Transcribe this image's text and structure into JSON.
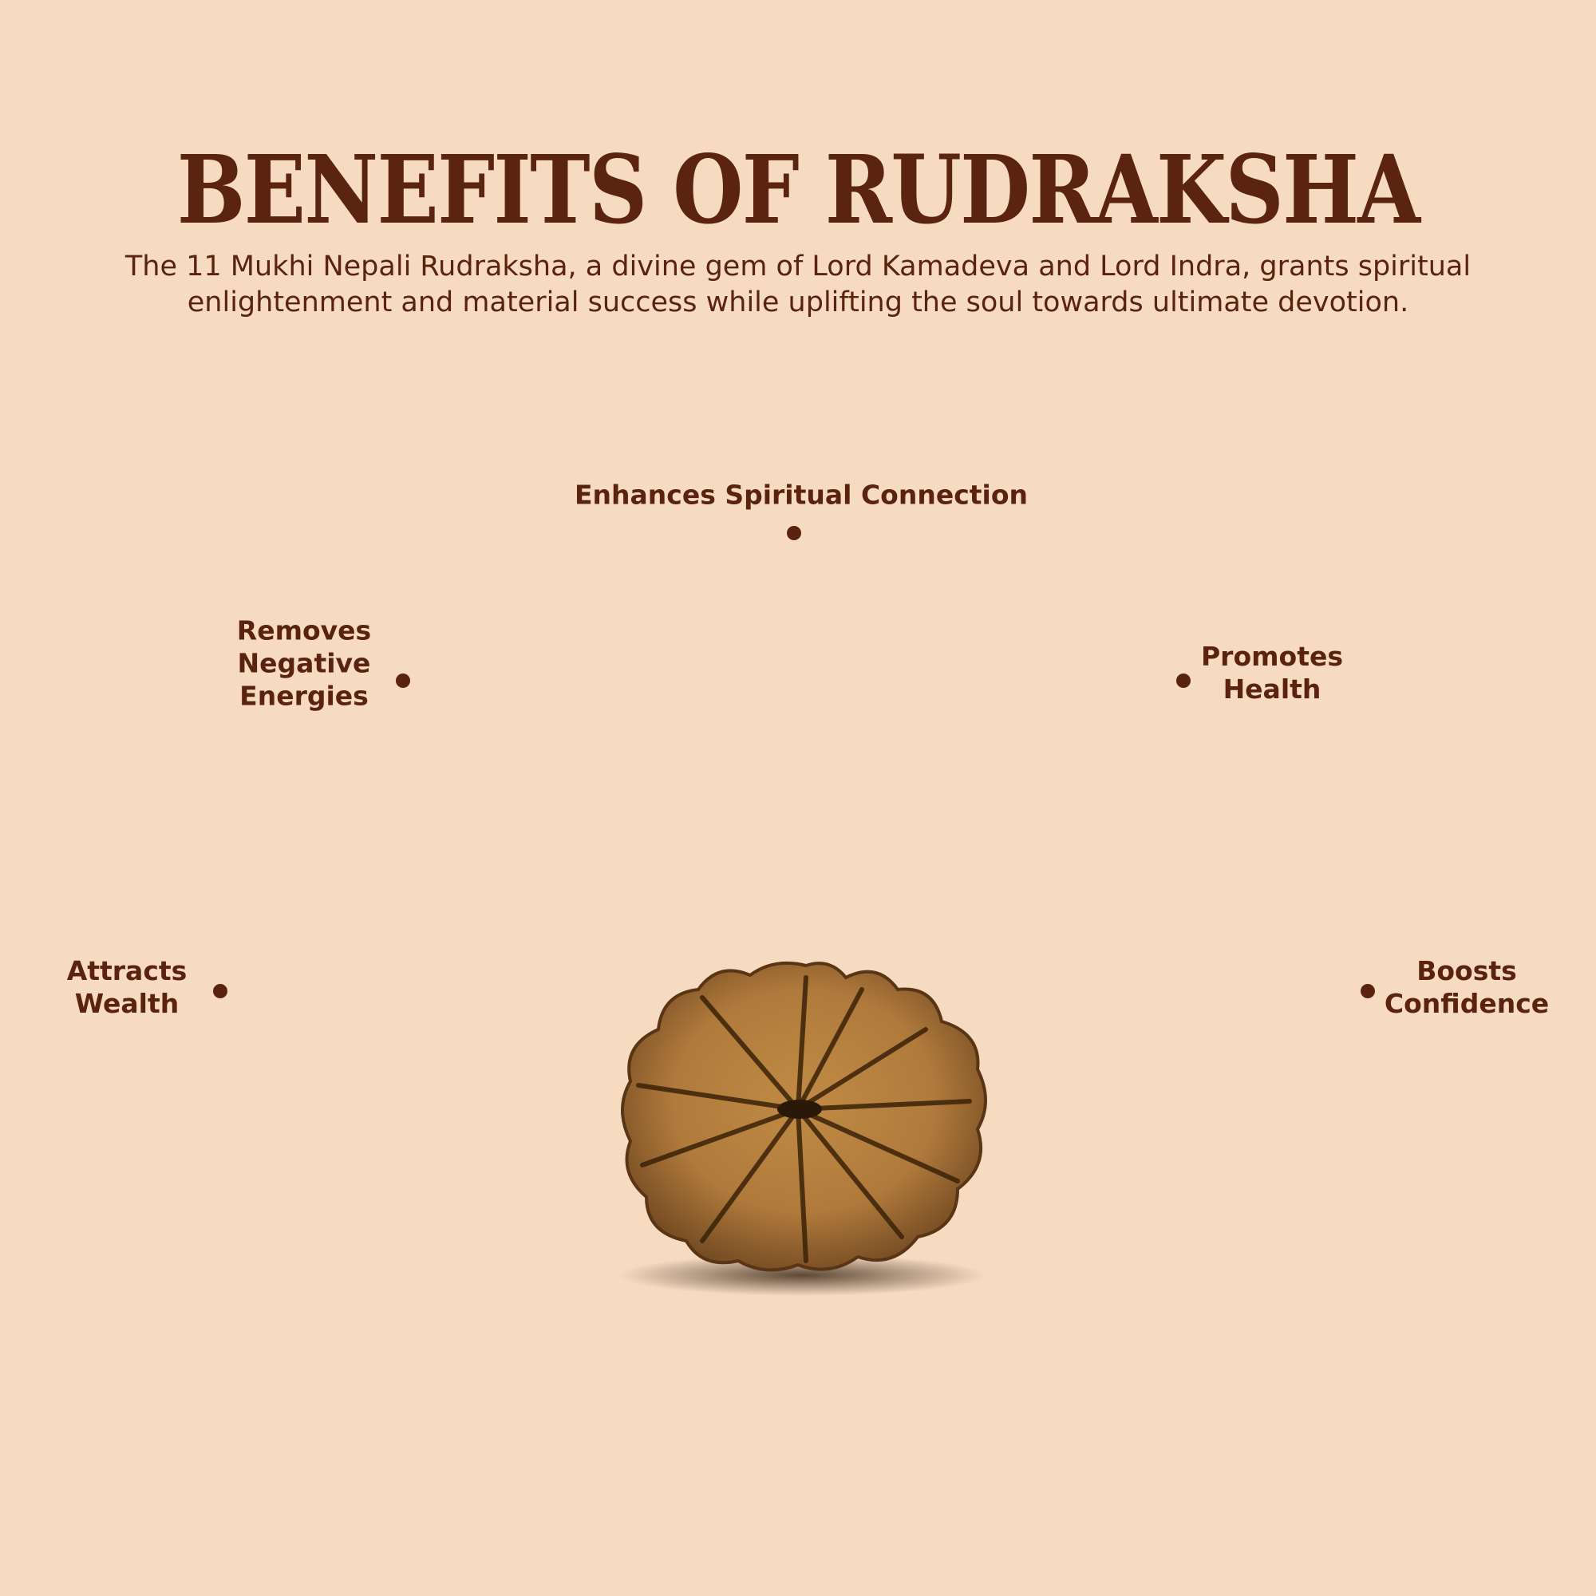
{
  "header": {
    "title": "BENEFITS OF RUDRAKSHA",
    "subtitle_line1": "The 11 Mukhi Nepali Rudraksha, a divine gem of Lord Kamadeva and Lord Indra, grants spiritual",
    "subtitle_line2": "enlightenment and material success while uplifting the soul towards ultimate devotion."
  },
  "benefits": [
    {
      "lines": [
        "Attracts",
        "Wealth"
      ]
    },
    {
      "lines": [
        "Removes",
        "Negative",
        "Energies"
      ]
    },
    {
      "lines": [
        "Enhances Spiritual Connection"
      ]
    },
    {
      "lines": [
        "Promotes",
        "Health"
      ]
    },
    {
      "lines": [
        "Boosts",
        "Confidence"
      ]
    }
  ],
  "colors": {
    "background": "#f7dbc1",
    "text": "#5a2310",
    "arc": "#6b3a25"
  }
}
